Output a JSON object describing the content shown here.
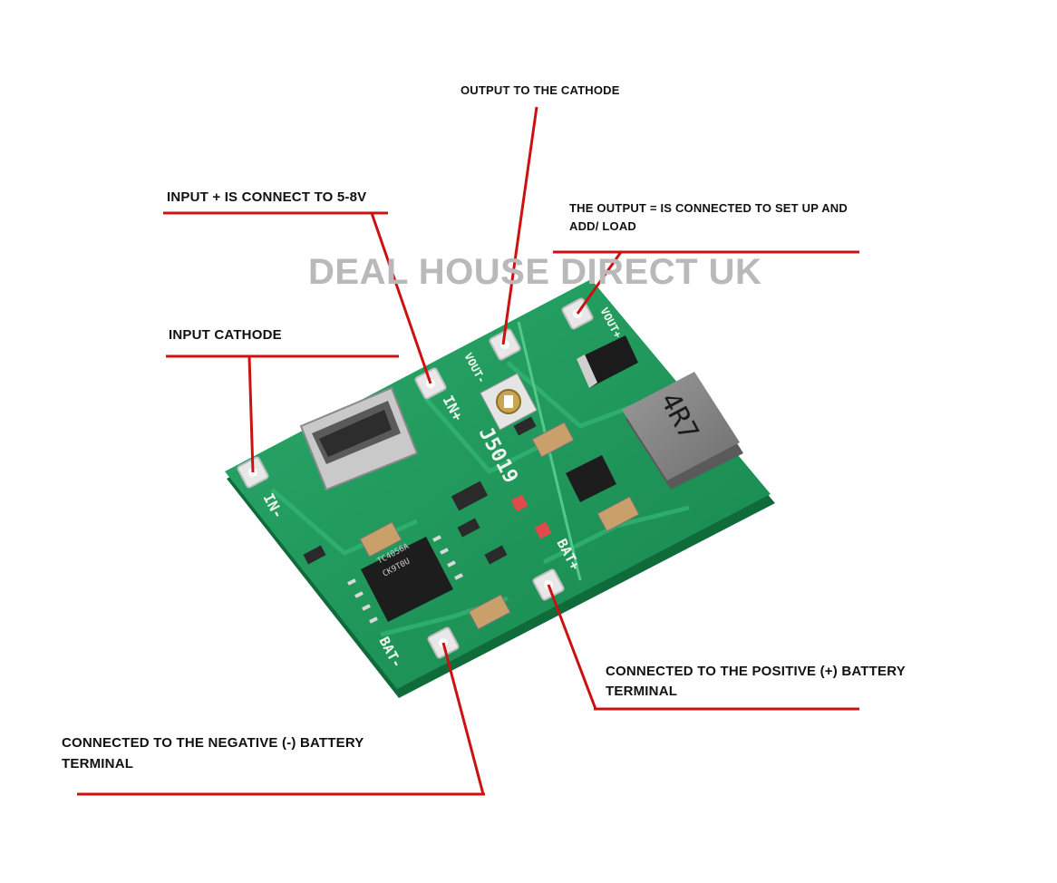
{
  "watermark": "DEAL HOUSE DIRECT UK",
  "labels": {
    "output_cathode": "OUTPUT TO THE CATHODE",
    "input_plus": "INPUT + IS CONNECT TO 5-8V",
    "output_eq_line1": "THE OUTPUT = IS CONNECTED TO SET UP AND",
    "output_eq_line2": "ADD/ LOAD",
    "input_cathode": "INPUT CATHODE",
    "positive_line1": "CONNECTED TO THE POSITIVE (+) BATTERY",
    "positive_line2": "TERMINAL",
    "negative_line1": "CONNECTED TO THE NEGATIVE (-) BATTERY",
    "negative_line2": "TERMINAL"
  },
  "board_silkscreen": {
    "in_minus": "IN-",
    "in_plus": "IN+",
    "vout_minus": "VOUT-",
    "vout_plus": "VOUT+",
    "bat_minus": "BAT-",
    "bat_plus": "BAT+",
    "model": "J5019",
    "inductor": "4R7",
    "ic_line1": "TC4056A",
    "ic_line2": "CK9T0U"
  },
  "colors": {
    "pcb": "#1f9a5c",
    "leader_line": "#cc1111",
    "watermark": "#b9b9b9"
  }
}
